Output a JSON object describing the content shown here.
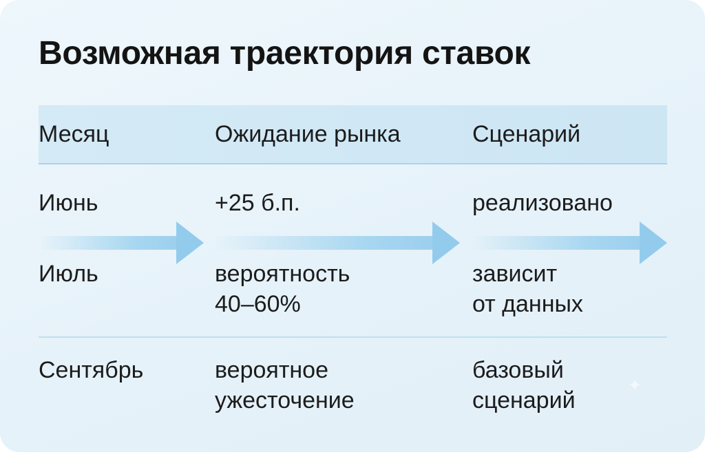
{
  "title": "Возможная траектория ставок",
  "table": {
    "headers": [
      "Месяц",
      "Ожидание рынка",
      "Сценарий"
    ],
    "rows": [
      {
        "month": "Июнь",
        "expectation": [
          "+25 б.п."
        ],
        "scenario": [
          "реализовано"
        ]
      },
      {
        "month": "Июль",
        "expectation": [
          "вероятность",
          "40–60%"
        ],
        "scenario": [
          "зависит",
          "от данных"
        ]
      },
      {
        "month": "Сентябрь",
        "expectation": [
          "вероятное",
          "ужесточение"
        ],
        "scenario": [
          "базовый",
          "сценарий"
        ]
      }
    ]
  },
  "icons": {
    "arrow": "arrow-right-icon",
    "sparkle": "sparkle-icon"
  },
  "colors": {
    "header_band": "#cde6f4",
    "arrow": "#93cbec",
    "divider": "#bfdff0",
    "text": "#1c1c1c"
  }
}
